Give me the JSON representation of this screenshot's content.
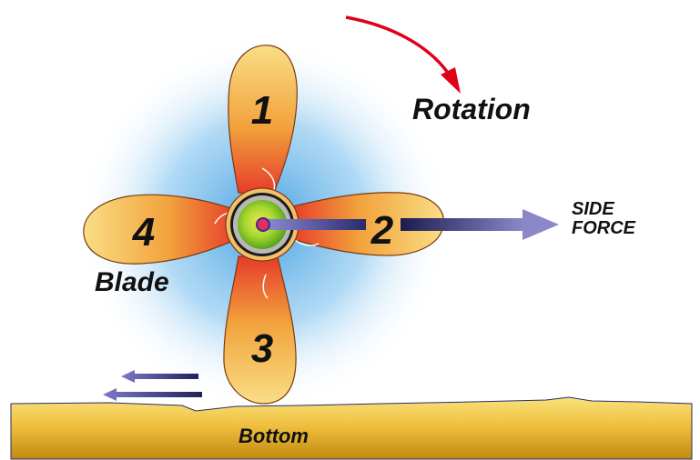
{
  "diagram": {
    "blades": [
      {
        "number": "1"
      },
      {
        "number": "2"
      },
      {
        "number": "3"
      },
      {
        "number": "4"
      }
    ],
    "labels": {
      "rotation": "Rotation",
      "side_force_line1": "SIDE",
      "side_force_line2": "FORCE",
      "blade": "Blade",
      "bottom": "Bottom"
    },
    "colors": {
      "glow": "#3a9be0",
      "blade_light": "#f8dc80",
      "blade_mid": "#f0a040",
      "blade_red": "#e84030",
      "blade_outline": "#6a3a10",
      "hub_green": "#7cc820",
      "hub_yellow": "#e8e040",
      "rotation_arrow": "#e0001a",
      "side_force_arrow": "#2a2a6a",
      "flow_arrows": "#3a3a80",
      "seabed_top": "#f6e070",
      "seabed_bottom": "#c89010"
    }
  }
}
